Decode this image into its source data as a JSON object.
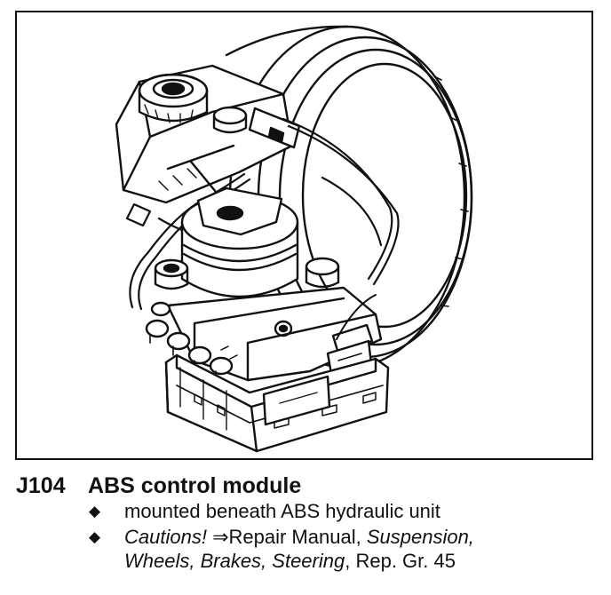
{
  "figure": {
    "icon": "abs-hydraulic-unit-illustration"
  },
  "caption": {
    "code": "J104",
    "title": "ABS control module",
    "bullets": [
      {
        "text": "mounted beneath ABS hydraulic unit"
      },
      {
        "cautions": "Cautions!",
        "arrow": "⇒",
        "repair_manual": "Repair Manual,",
        "suspension": "Suspension,",
        "wheels_brakes_steering": "Wheels, Brakes, Steering",
        "rep_gr": ", Rep. Gr. 45"
      }
    ]
  },
  "colors": {
    "ink": "#111111",
    "paper": "#ffffff"
  }
}
